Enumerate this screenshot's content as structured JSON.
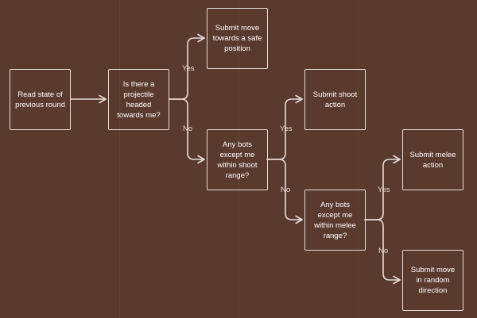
{
  "diagram": {
    "nodes": {
      "read_state": "Read state of previous round",
      "projectile_q": "Is there a projectile headed towards me?",
      "submit_safe": "Submit move towards a safe position",
      "shoot_range_q": "Any bots except me within shoot range?",
      "submit_shoot": "Submit shoot action",
      "melee_range_q": "Any bots except me within melee range?",
      "submit_melee": "Submit melee action",
      "submit_random": "Submit move in random direction"
    },
    "labels": {
      "projectile_yes": "Yes",
      "projectile_no": "No",
      "shoot_yes": "Yes",
      "shoot_no": "No",
      "melee_yes": "Yes",
      "melee_no": "No"
    },
    "colors": {
      "background": "#5a3a2e",
      "stroke": "#e6ddd8",
      "text": "#ffffff"
    }
  }
}
